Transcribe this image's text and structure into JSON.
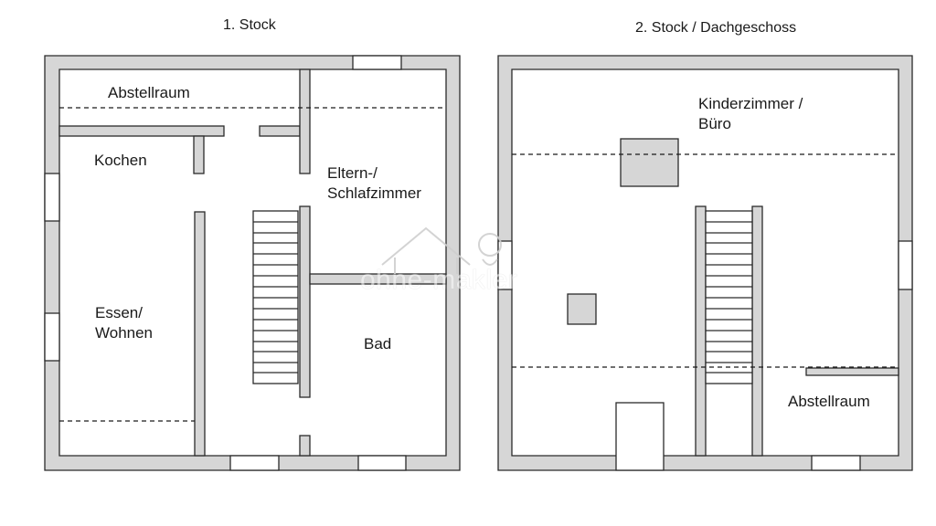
{
  "floors": [
    {
      "title": "1. Stock",
      "rooms": {
        "abstellraum": "Abstellraum",
        "kochen": "Kochen",
        "eltern": "Eltern-/\nSchlafzimmer",
        "essen": "Essen/\nWohnen",
        "bad": "Bad"
      }
    },
    {
      "title": "2. Stock / Dachgeschoss",
      "rooms": {
        "kinder": "Kinderzimmer /\nBüro",
        "abstellraum": "Abstellraum"
      }
    }
  ],
  "watermark": "ohne-makler",
  "colors": {
    "wall_fill": "#d6d6d6",
    "wall_stroke": "#2b2b2b",
    "background": "#ffffff"
  }
}
